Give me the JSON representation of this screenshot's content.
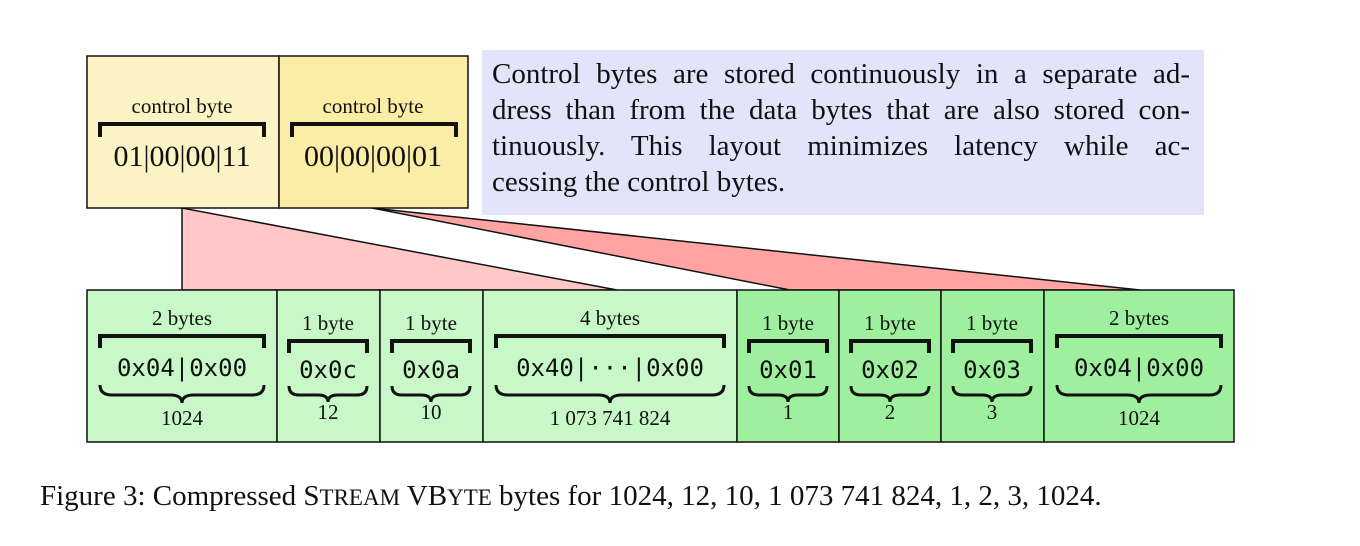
{
  "control_bytes": [
    {
      "label": "control byte",
      "value": "01|00|00|11"
    },
    {
      "label": "control byte",
      "value": "00|00|00|01"
    }
  ],
  "note": {
    "lines": [
      "Control bytes are stored continuously in a separate ad-",
      "dress than from the data bytes that are also stored con-",
      "tinuously.  This layout minimizes latency while ac-",
      "cessing the control bytes."
    ]
  },
  "data_bytes": [
    {
      "size": "2 bytes",
      "hex": "0x04|0x00",
      "decimal": "1024",
      "group": 1
    },
    {
      "size": "1 byte",
      "hex": "0x0c",
      "decimal": "12",
      "group": 1
    },
    {
      "size": "1 byte",
      "hex": "0x0a",
      "decimal": "10",
      "group": 1
    },
    {
      "size": "4 bytes",
      "hex": "0x40|···|0x00",
      "decimal": "1 073 741 824",
      "group": 1
    },
    {
      "size": "1 byte",
      "hex": "0x01",
      "decimal": "1",
      "group": 2
    },
    {
      "size": "1 byte",
      "hex": "0x02",
      "decimal": "2",
      "group": 2
    },
    {
      "size": "1 byte",
      "hex": "0x03",
      "decimal": "3",
      "group": 2
    },
    {
      "size": "2 bytes",
      "hex": "0x04|0x00",
      "decimal": "1024",
      "group": 2
    }
  ],
  "caption": {
    "prefix": "Figure 3: Compressed ",
    "stream_first": "S",
    "stream_rest": "TREAM",
    "vbyte_first": "VB",
    "vbyte_rest": "YTE",
    "suffix": " bytes for 1024, 12, 10, 1 073 741 824, 1, 2, 3, 1024."
  },
  "colors": {
    "control_1": "#fbf3c3",
    "control_2": "#fbeca6",
    "note_bg": "#e3e3fa",
    "data_group_1": "#c8f8c8",
    "data_group_2": "#9ef09e",
    "wedge_1": "#ffc7c7",
    "wedge_2": "#ffa3a3"
  }
}
